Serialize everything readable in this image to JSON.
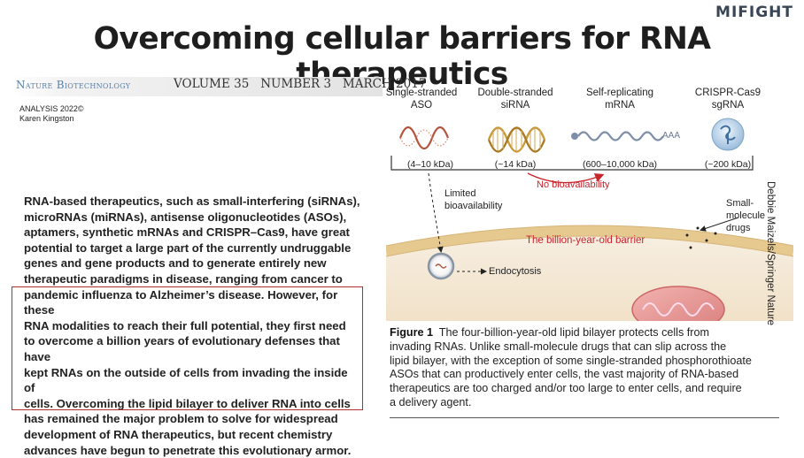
{
  "brand": "MIFIGHT",
  "title": "Overcoming cellular barriers for RNA therapeutics",
  "journal": {
    "name": "Nature Biotechnology",
    "issue": "VOLUME 35   NUMBER 3   MARCH 2017"
  },
  "analysis": {
    "line1": "ANALYSIS 2022©",
    "line2": "Karen Kingston"
  },
  "body_lines": [
    "RNA-based therapeutics, such as small-interfering (siRNAs),",
    "microRNAs (miRNAs), antisense oligonucleotides (ASOs),",
    "aptamers, synthetic mRNAs and CRISPR–Cas9, have great",
    "potential to target a large part of the currently undruggable",
    "genes and gene products and to generate entirely new",
    "therapeutic paradigms in disease, ranging from cancer to",
    "pandemic influenza to Alzheimer’s disease. However, for these",
    "RNA modalities to reach their full potential, they first need",
    "to overcome a billion years of evolutionary defenses that have",
    "kept RNAs on the outside of cells from invading the inside of",
    "cells. Overcoming the lipid bilayer to deliver RNA into cells",
    "has remained the major problem to solve for widespread",
    "development of RNA therapeutics, but recent chemistry",
    "advances have begun to penetrate this evolutionary armor."
  ],
  "figure": {
    "molecules": [
      {
        "name_line1": "Single-stranded",
        "name_line2": "ASO",
        "size": "(4–10 kDa)"
      },
      {
        "name_line1": "Double-stranded",
        "name_line2": "siRNA",
        "size": "(~14 kDa)"
      },
      {
        "name_line1": "Self-replicating",
        "name_line2": "mRNA",
        "size": "(600–10,000 kDa)"
      },
      {
        "name_line1": "CRISPR-Cas9",
        "name_line2": "sgRNA",
        "size": "(~200 kDa)"
      }
    ],
    "polya": "AAA",
    "limited_line1": "Limited",
    "limited_line2": "bioavailability",
    "no_bioavailability": "No bioavailability",
    "small_line1": "Small-",
    "small_line2": "molecule",
    "small_line3": "drugs",
    "barrier": "The billion-year-old barrier",
    "endocytosis": "Endocytosis",
    "credit": "Debbie Maizels/Springer Nature"
  },
  "caption": {
    "label": "Figure 1",
    "lines": [
      "The four-billion-year-old lipid bilayer protects cells from",
      "invading RNAs. Unlike small-molecule drugs that can slip across the",
      "lipid bilayer, with the exception of some single-stranded phosphorothioate",
      "ASOs that can productively enter cells, the vast majority of RNA-based",
      "therapeutics are too charged and/or too large to enter cells, and require",
      "a delivery agent."
    ]
  },
  "colors": {
    "accent_red": "#c8242b",
    "aso": "#b5533c",
    "sirna": "#c99a3a",
    "mrna": "#7d8ea8",
    "sgrna": "#5c8fc0",
    "membrane": "#e6c98f",
    "cytoplasm": "#f6ecdd"
  }
}
